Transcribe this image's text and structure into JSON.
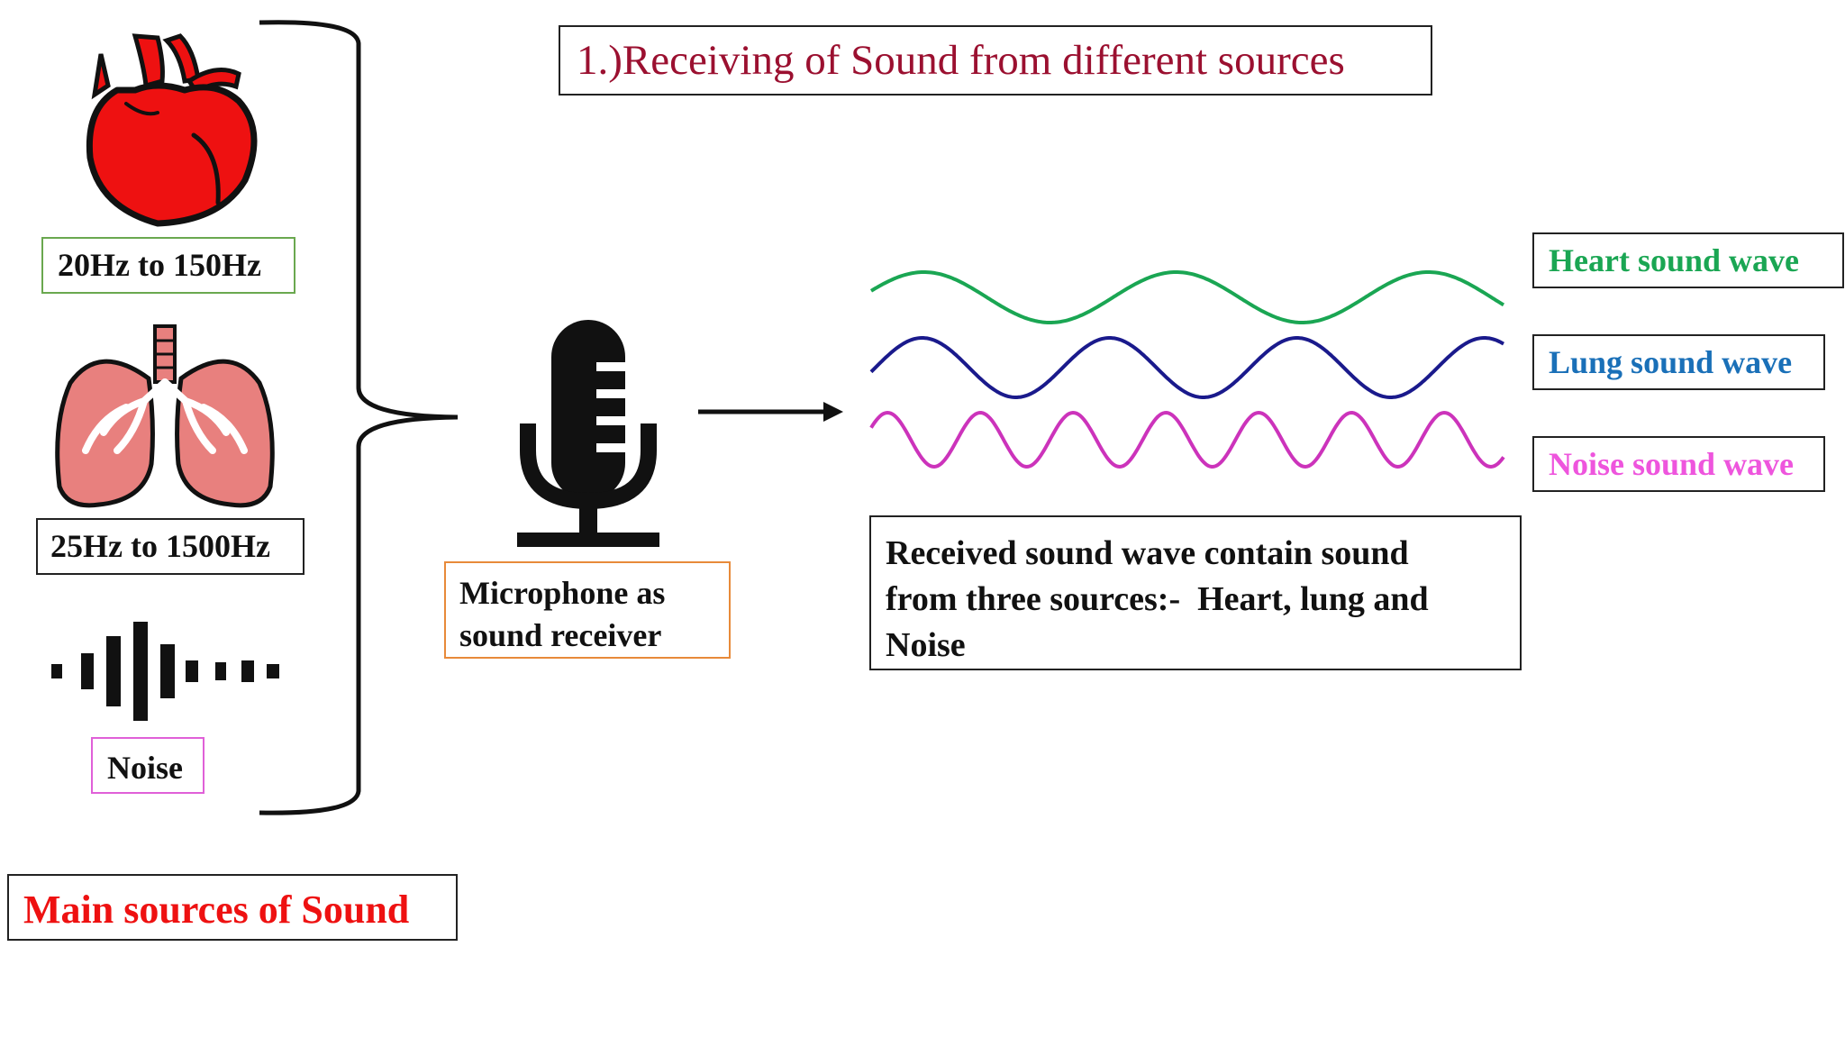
{
  "title": "1.)Receiving of Sound from different sources",
  "sources": {
    "heart": {
      "range": "20Hz to 150Hz",
      "icon": "heart-icon",
      "color": "#ee1111"
    },
    "lung": {
      "range": "25Hz to 1500Hz",
      "icon": "lungs-icon",
      "color": "#e8807e"
    },
    "noise": {
      "label": "Noise",
      "icon": "noise-waveform-icon"
    }
  },
  "main_sources_label": "Main sources of Sound",
  "microphone": {
    "icon": "microphone-icon",
    "label_line1": "Microphone as",
    "label_line2": "sound receiver"
  },
  "received": {
    "line1": "Received sound wave contain sound",
    "line2": "from three sources:-  Heart, lung and",
    "line3": "Noise"
  },
  "legend": {
    "heart": {
      "label": "Heart sound wave",
      "color": "#1aa653"
    },
    "lung": {
      "label": "Lung sound wave",
      "color": "#1a1a8c"
    },
    "noise": {
      "label": "Noise sound wave",
      "color": "#cc33bb"
    }
  }
}
